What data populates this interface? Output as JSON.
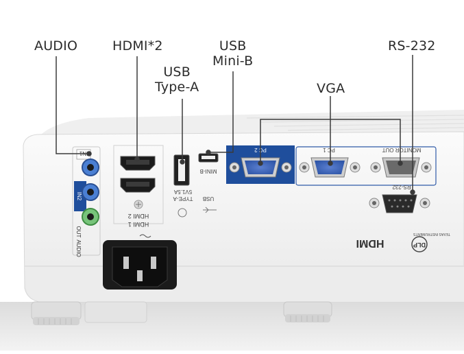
{
  "callouts": {
    "audio": "AUDIO",
    "hdmi": "HDMI*2",
    "usb_mini_line1": "USB",
    "usb_mini_line2": "Mini-B",
    "usb_type_a_line1": "USB",
    "usb_type_a_line2": "Type-A",
    "vga": "VGA",
    "rs232": "RS-232"
  },
  "panel_labels": {
    "in1": "IN1",
    "in2": "IN2",
    "out": "OUT",
    "audio": "AUDIO",
    "hdmi1": "HDMI 1",
    "hdmi2": "HDMI 2",
    "usb": "USB",
    "type_a": "TYPE-A",
    "current": "5V1.5A",
    "mini_b": "MINI-B",
    "pc2": "PC 2",
    "pc1": "PC 1",
    "monitor_out": "MONITOR OUT",
    "rs232": "RS-232",
    "hdmi_logo": "HDMI",
    "dlp_logo": "DLP",
    "texas_instruments": "TEXAS INSTRUMENTS"
  },
  "colors": {
    "callout_line": "#3a3a3a",
    "accent_blue": "#1f4e9c",
    "body_white": "#f4f4f4",
    "port_black": "#1b1b1b"
  }
}
